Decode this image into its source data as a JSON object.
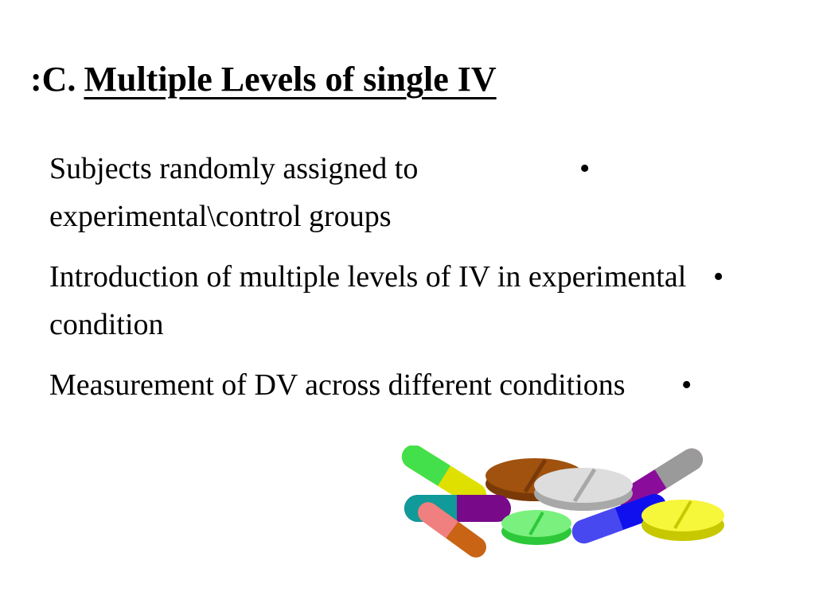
{
  "slide": {
    "title_prefix": ":C.",
    "title_main": "Multiple Levels of single IV",
    "bullets": [
      "Subjects randomly assigned to experimental\\control groups",
      "Introduction of multiple levels of IV  in experimental condition",
      "Measurement of DV across different conditions"
    ],
    "bullet_symbol": "•",
    "illustration": "pills-and-capsules-icon"
  }
}
